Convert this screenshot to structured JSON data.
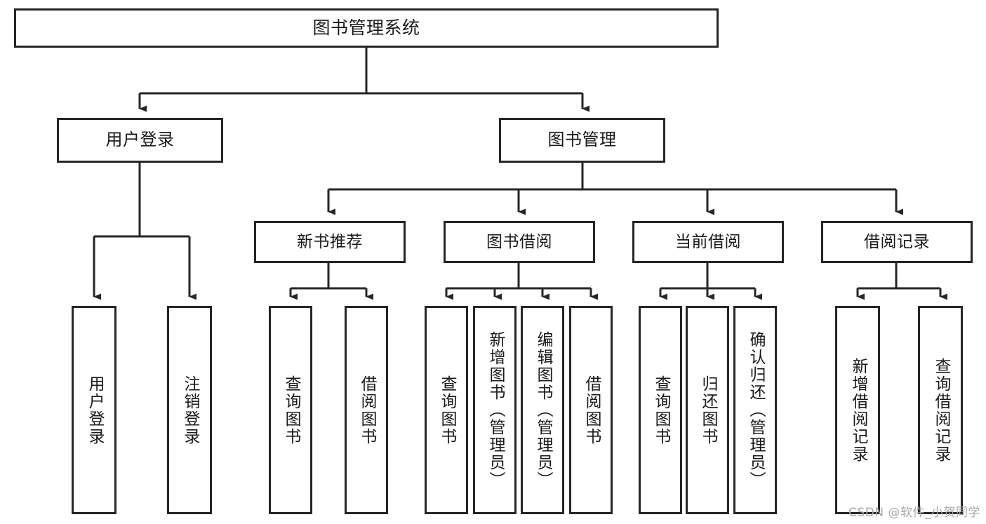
{
  "diagram": {
    "title": "图书管理系统",
    "type": "tree-hierarchy",
    "stroke_color": "#262626",
    "text_color": "#1a1a1a",
    "background_color": "#ffffff",
    "watermark": "CSDN @软件_小贺同学",
    "root": {
      "label": "图书管理系统"
    },
    "level2": [
      {
        "label": "用户登录"
      },
      {
        "label": "图书管理"
      }
    ],
    "level3": [
      {
        "label": "新书推荐"
      },
      {
        "label": "图书借阅"
      },
      {
        "label": "当前借阅"
      },
      {
        "label": "借阅记录"
      }
    ],
    "leaves": {
      "user_login": [
        {
          "label": "用户登录"
        },
        {
          "label": "注销登录"
        }
      ],
      "new_book_recommend": [
        {
          "label": "查询图书"
        },
        {
          "label": "借阅图书"
        }
      ],
      "book_borrow": [
        {
          "label": "查询图书"
        },
        {
          "label": "新增图书（管理员）"
        },
        {
          "label": "编辑图书（管理员）"
        },
        {
          "label": "借阅图书"
        }
      ],
      "current_borrow": [
        {
          "label": "查询图书"
        },
        {
          "label": "归还图书"
        },
        {
          "label": "确认归还（管理员）"
        }
      ],
      "borrow_record": [
        {
          "label": "新增借阅记录"
        },
        {
          "label": "查询借阅记录"
        }
      ]
    }
  }
}
